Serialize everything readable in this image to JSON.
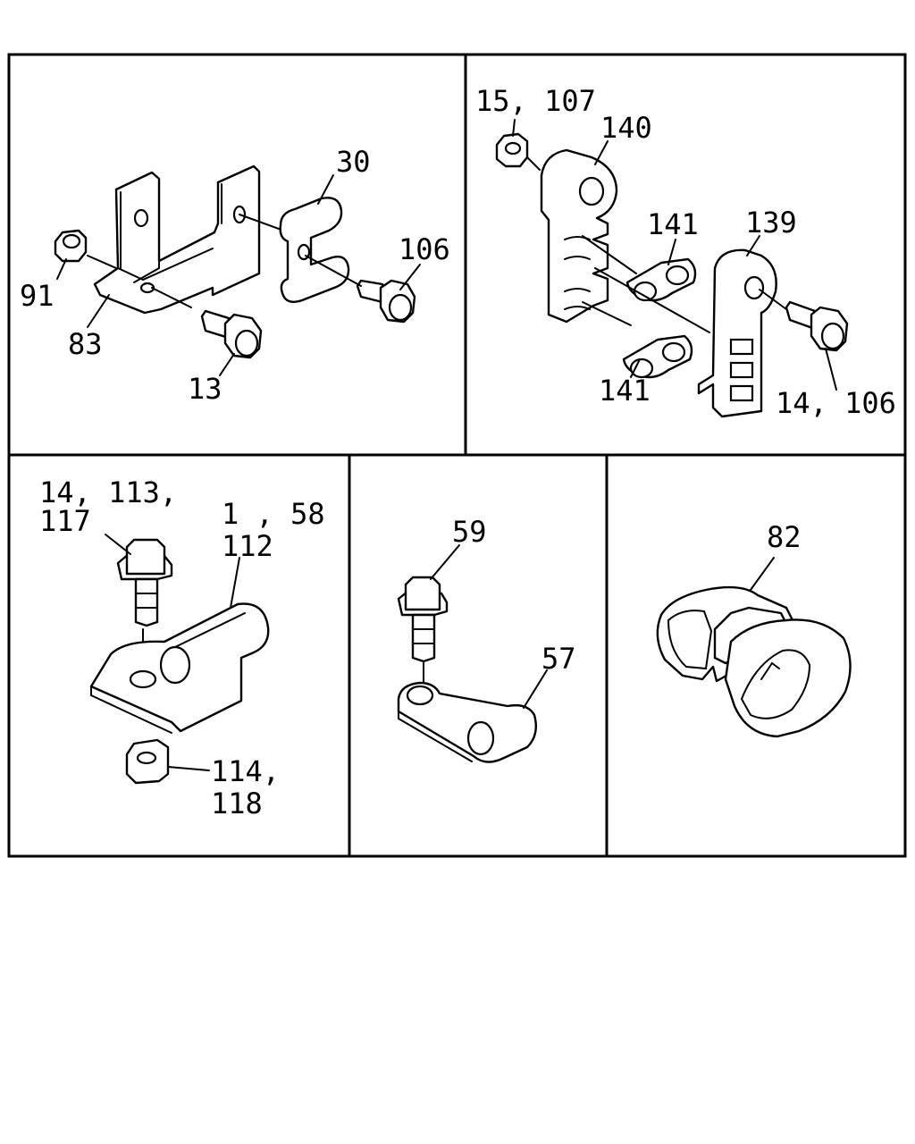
{
  "labels": {
    "p1_30": "30",
    "p1_91": "91",
    "p1_106": "106",
    "p1_83": "83",
    "p1_13": "13",
    "p2_15_107": "15, 107",
    "p2_140": "140",
    "p2_141_top": "141",
    "p2_139": "139",
    "p2_141_bottom": "141",
    "p2_14_106": "14, 106",
    "p3_14_113": "14, 113,",
    "p3_117": "117",
    "p3_1_58": "1 , 58",
    "p3_112": "112",
    "p3_114": "114,",
    "p3_118": "118",
    "p4_59": "59",
    "p4_57": "57",
    "p5_82": "82"
  }
}
